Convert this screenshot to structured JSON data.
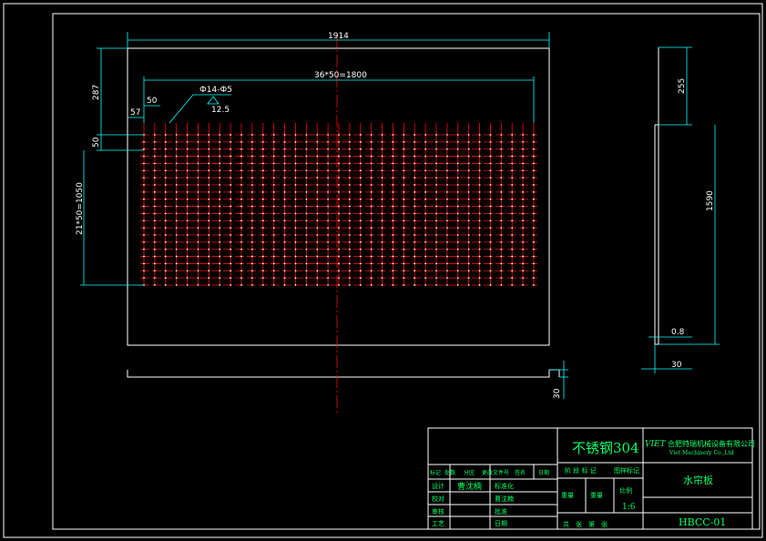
{
  "dimensions": {
    "overall_width": "1914",
    "hole_span": "36*50=1800",
    "hole_spec": "Ф14-Ф5",
    "roughness": "12.5",
    "pitch_50": "50",
    "offset_57": "57",
    "top_offset": "287",
    "row_pitch": "50",
    "rows_span": "21*50=1050",
    "side_top": "255",
    "side_height": "1590",
    "thickness": "0.8",
    "side_width": "30",
    "bend_height": "30"
  },
  "title_block": {
    "material": "不锈钢304",
    "company_logo": "VIET",
    "company_name": "合肥特瑞机械设备有限公司",
    "company_en": "Viet Machinery Co.,Ltd",
    "part_name": "水帘板",
    "drawing_no": "HBCC-01",
    "scale_label": "比例",
    "scale": "1:6",
    "headers": [
      "标记",
      "处数",
      "分区",
      "更改文件号",
      "签名",
      "日期"
    ],
    "roles": [
      "设计",
      "校对",
      "审核",
      "工艺"
    ],
    "designer": "曹沈楠",
    "std_label": "标准化",
    "approve_label": "批准",
    "date_label": "日期",
    "stage_label": "图样标记",
    "weight_label": "重量",
    "sheets_label": "共　张　第　张",
    "stage_cols": "阶 段 标 记"
  },
  "grid": {
    "columns": 37,
    "rows": 22
  }
}
